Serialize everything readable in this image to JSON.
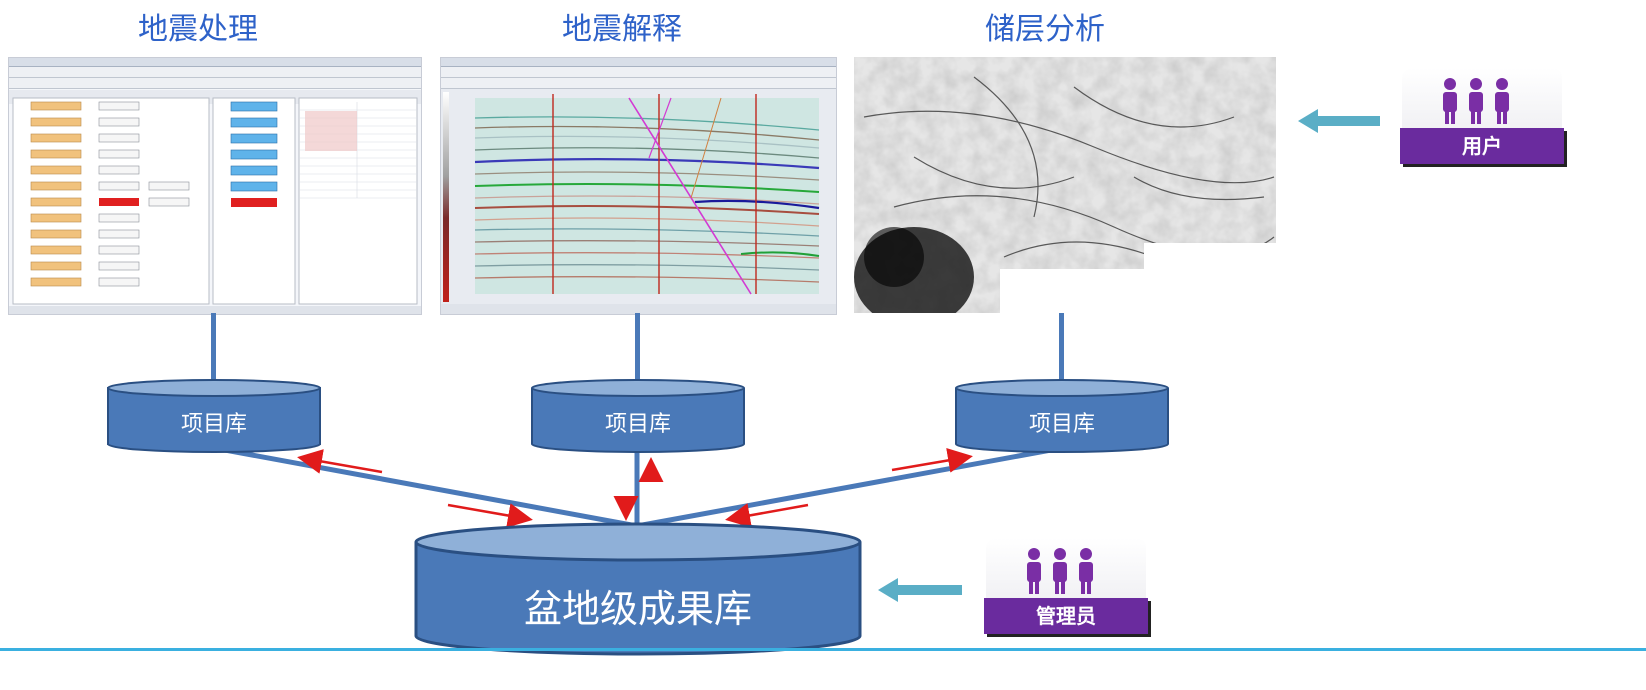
{
  "titles": {
    "processing": "地震处理",
    "interpretation": "地震解释",
    "reservoir": "储层分析"
  },
  "databases": {
    "project_label": "项目库",
    "basin_label": "盆地级成果库"
  },
  "roles": {
    "user": "用户",
    "admin": "管理员"
  },
  "colors": {
    "title": "#2e62c9",
    "db_fill": "#4a79b8",
    "db_top": "#8fb0d8",
    "flow_arrow": "#e11b1b",
    "role_arrow": "#5aaec6",
    "role_bar": "#6a2b9e"
  }
}
